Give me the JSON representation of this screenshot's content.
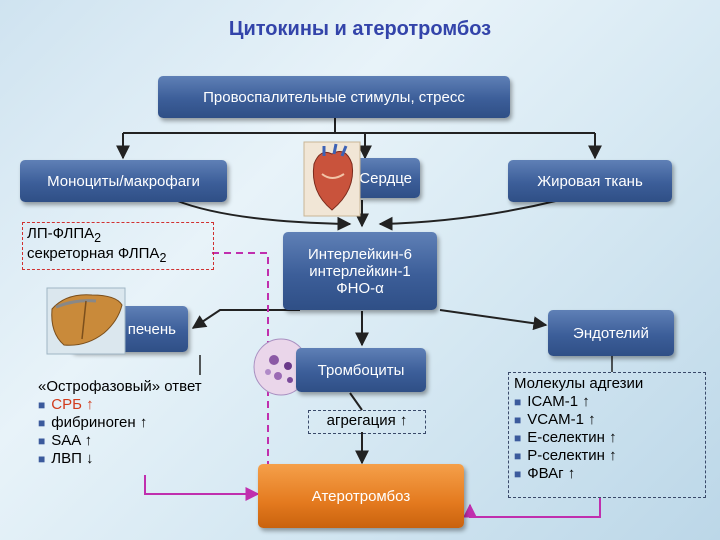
{
  "title": "Цитокины и атеротромбоз",
  "nodes": {
    "stimuli": "Провоспалительные стимулы, стресс",
    "monocytes": "Моноциты/макрофаги",
    "heart": "Сердце",
    "fat": "Жировая ткань",
    "cytokines": [
      "Интерлейкин-6",
      "интерлейкин-1",
      "ФНО-α"
    ],
    "liver": "печень",
    "endothelium": "Эндотелий",
    "platelets": "Тромбоциты",
    "aggregation": "агрегация ↑",
    "atherothrombosis": "Атеротромбоз"
  },
  "lp": {
    "line1": "ЛП-ФЛПА",
    "line1_sub": "2",
    "line2": "секреторная ФЛПА",
    "line2_sub": "2"
  },
  "acute_phase": {
    "heading": "«Острофазовый» ответ",
    "items": [
      "СРБ ↑",
      "фибриноген ↑",
      "SAA ↑",
      "ЛВП ↓"
    ]
  },
  "adhesion": {
    "heading": "Молекулы адгезии",
    "items": [
      "ICAM-1 ↑",
      "VCAM-1 ↑",
      "E-селектин ↑",
      "P-селектин ↑",
      "ФВАг ↑"
    ]
  },
  "colors": {
    "title": "#3344aa",
    "box_blue": "#3c5e99",
    "box_orange": "#e47a1f",
    "connector_magenta": "#c02fae",
    "crp_red": "#d23b1c"
  },
  "icons": {
    "bullet": "square-bullet",
    "heart_image": "heart-illustration",
    "liver_image": "liver-illustration",
    "platelet_image": "platelet-cell-illustration"
  }
}
